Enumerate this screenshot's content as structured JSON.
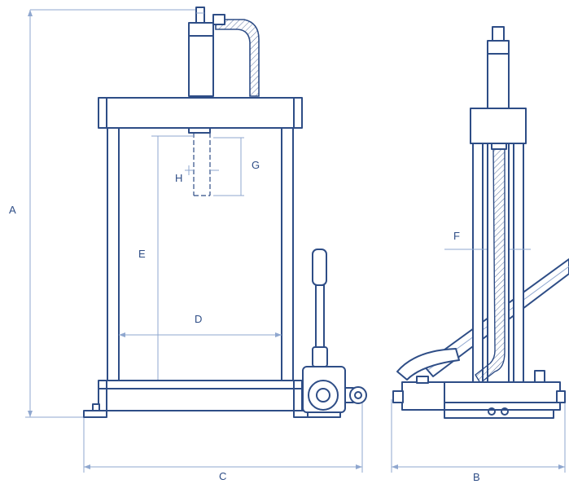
{
  "labels": {
    "a": "A",
    "b": "B",
    "c": "C",
    "d": "D",
    "e": "E",
    "f": "F",
    "g": "G",
    "h": "H"
  },
  "colors": {
    "line": "#2e4d86",
    "dimension": "#8fa7cf",
    "background": "#ffffff"
  }
}
